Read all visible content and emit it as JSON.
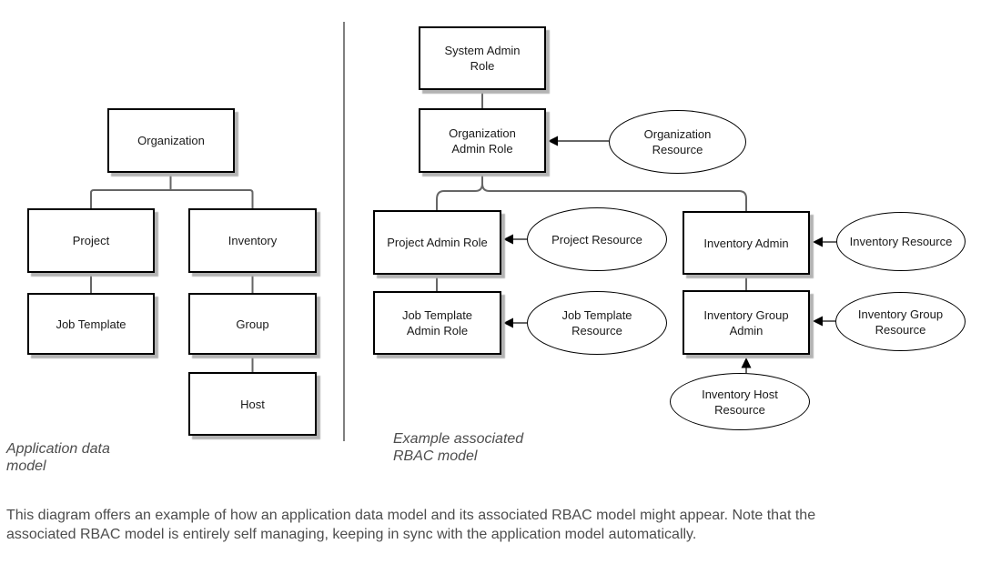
{
  "colors": {
    "node_border": "#000000",
    "node_fill": "#ffffff",
    "node_text": "#1a1a1a",
    "connector": "#666666",
    "divider": "#808080",
    "shadow": "#b3b3b3",
    "arrowhead": "#000000",
    "caption_text": "#4d4d4d",
    "body_text": "#4d4d4d"
  },
  "left_diagram": {
    "caption": [
      "Application data",
      "model"
    ],
    "nodes": {
      "organization": {
        "label": "Organization"
      },
      "project": {
        "label": "Project"
      },
      "inventory": {
        "label": "Inventory"
      },
      "job_template": {
        "label": "Job Template"
      },
      "group": {
        "label": "Group"
      },
      "host": {
        "label": "Host"
      }
    },
    "relationships": [
      {
        "from": "Organization",
        "to": "Project",
        "type": "line"
      },
      {
        "from": "Organization",
        "to": "Inventory",
        "type": "line"
      },
      {
        "from": "Project",
        "to": "Job Template",
        "type": "line"
      },
      {
        "from": "Inventory",
        "to": "Group",
        "type": "line"
      },
      {
        "from": "Group",
        "to": "Host",
        "type": "line"
      }
    ]
  },
  "right_diagram": {
    "caption": [
      "Example associated",
      "RBAC model"
    ],
    "role_nodes": {
      "system_admin": {
        "label": [
          "System Admin",
          "Role"
        ]
      },
      "organization_admin": {
        "label": [
          "Organization",
          "Admin Role"
        ]
      },
      "project_admin": {
        "label": "Project Admin Role"
      },
      "inventory_admin": {
        "label": "Inventory Admin"
      },
      "job_template_admin": {
        "label": [
          "Job Template",
          "Admin Role"
        ]
      },
      "inventory_group_admin": {
        "label": [
          "Inventory Group",
          "Admin"
        ]
      }
    },
    "resource_nodes": {
      "organization_resource": {
        "label": [
          "Organization",
          "Resource"
        ]
      },
      "project_resource": {
        "label": "Project Resource"
      },
      "inventory_resource": {
        "label": "Inventory Resource"
      },
      "job_template_resource": {
        "label": [
          "Job Template",
          "Resource"
        ]
      },
      "inventory_group_resource": {
        "label": [
          "Inventory Group",
          "Resource"
        ]
      },
      "inventory_host_resource": {
        "label": [
          "Inventory Host",
          "Resource"
        ]
      }
    },
    "relationships": [
      {
        "from": "System Admin Role",
        "to": "Organization Admin Role",
        "type": "line"
      },
      {
        "from": "Organization Admin Role",
        "to": "Project Admin Role",
        "type": "line"
      },
      {
        "from": "Organization Admin Role",
        "to": "Inventory Admin",
        "type": "line"
      },
      {
        "from": "Project Admin Role",
        "to": "Job Template Admin Role",
        "type": "line"
      },
      {
        "from": "Inventory Admin",
        "to": "Inventory Group Admin",
        "type": "line"
      },
      {
        "from": "Organization Resource",
        "to": "Organization Admin Role",
        "type": "arrow"
      },
      {
        "from": "Project Resource",
        "to": "Project Admin Role",
        "type": "arrow"
      },
      {
        "from": "Inventory Resource",
        "to": "Inventory Admin",
        "type": "arrow"
      },
      {
        "from": "Job Template Resource",
        "to": "Job Template Admin Role",
        "type": "arrow"
      },
      {
        "from": "Inventory Group Resource",
        "to": "Inventory Group Admin",
        "type": "arrow"
      },
      {
        "from": "Inventory Host Resource",
        "to": "Inventory Group Admin",
        "type": "arrow"
      }
    ]
  },
  "footer": {
    "description": [
      "This diagram offers an example of how an application data model and its associated RBAC model might appear. Note that the",
      "associated RBAC model is entirely self managing, keeping in sync with the application model automatically."
    ]
  }
}
